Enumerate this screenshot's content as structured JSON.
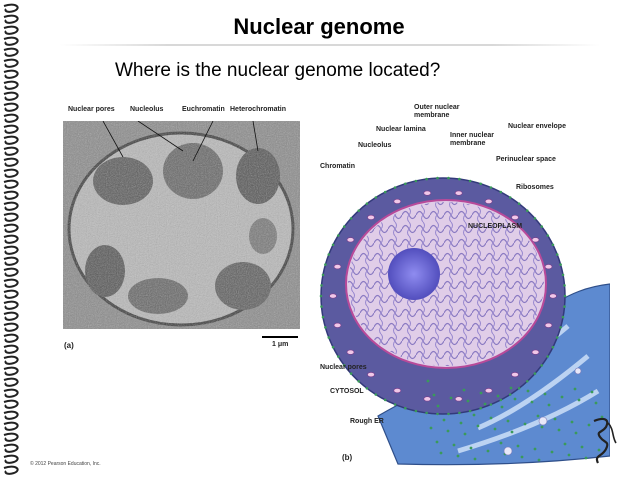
{
  "slide": {
    "title": "Nuclear genome",
    "subtitle": "Where is the nuclear genome located?"
  },
  "figure": {
    "panel_a": {
      "letter": "(a)",
      "scale_bar": "1 μm",
      "labels": [
        "Nuclear pores",
        "Nucleolus",
        "Euchromatin",
        "Heterochromatin"
      ]
    },
    "panel_b": {
      "letter": "(b)",
      "labels": {
        "outer_membrane": "Outer nuclear membrane",
        "lamina": "Nuclear lamina",
        "inner_membrane": "Inner nuclear membrane",
        "envelope": "Nuclear envelope",
        "nucleolus": "Nucleolus",
        "chromatin": "Chromatin",
        "perinuclear": "Perinuclear space",
        "ribosomes": "Ribosomes",
        "nucleoplasm": "NUCLEOPLASM",
        "pores": "Nuclear pores",
        "cytosol": "CYTOSOL",
        "rough_er": "Rough ER"
      }
    },
    "credit": "© 2012 Pearson Education, Inc."
  },
  "colors": {
    "nucleoplasm": "#c9a6d6",
    "envelope": "#5b5aa0",
    "er": "#5d8ad0",
    "nucleolus": "#6e6bd0"
  }
}
